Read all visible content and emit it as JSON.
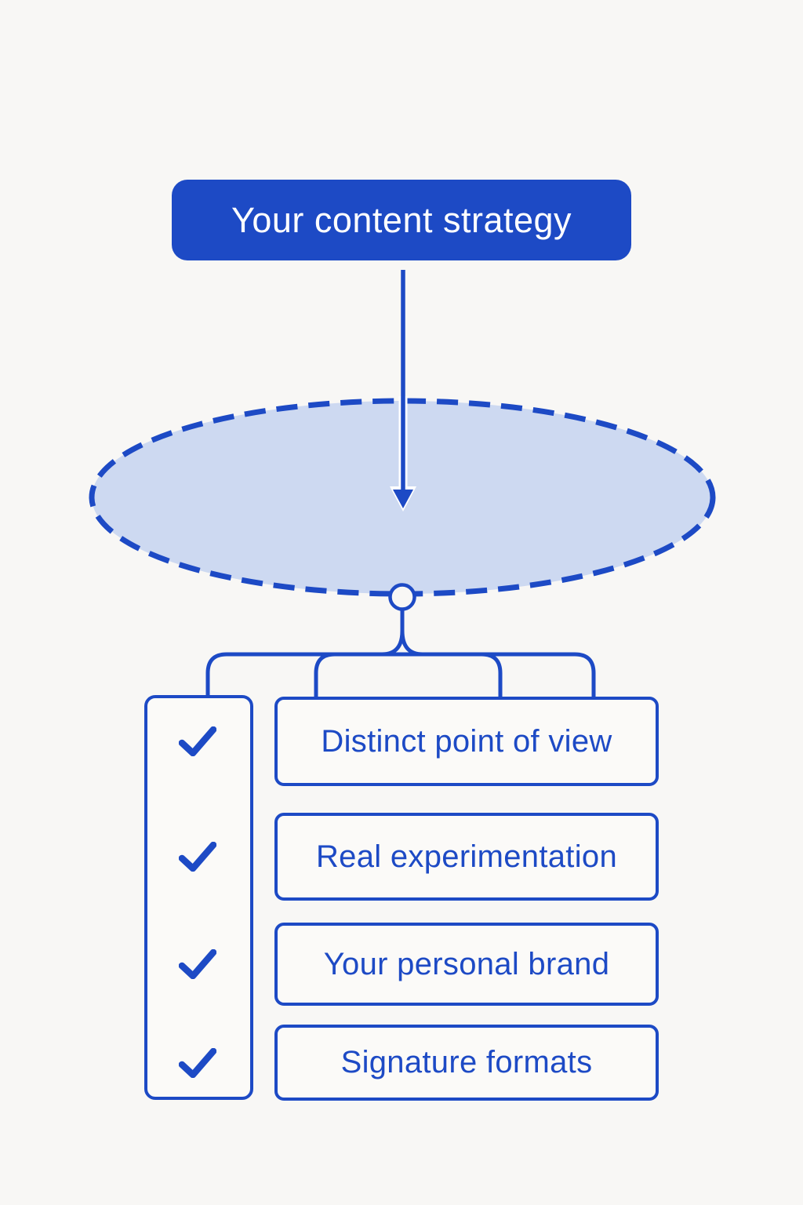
{
  "colors": {
    "primary": "#1d4ac5",
    "ellipse_fill": "#cdd9f1",
    "background": "#f8f7f5",
    "box_fill": "#fbfaf8",
    "root_text": "#ffffff"
  },
  "diagram": {
    "root": {
      "label": "Your content strategy"
    },
    "dropzone": {
      "label": "",
      "shape": "dashed-ellipse"
    },
    "connector": {
      "icon": "arrow-down-icon"
    },
    "checklist": {
      "icon": "checkmark-icon",
      "check_count": 4
    },
    "branches": [
      {
        "label": "Distinct point of view"
      },
      {
        "label": "Real experimentation"
      },
      {
        "label": "Your personal brand"
      },
      {
        "label": "Signature formats"
      }
    ]
  }
}
